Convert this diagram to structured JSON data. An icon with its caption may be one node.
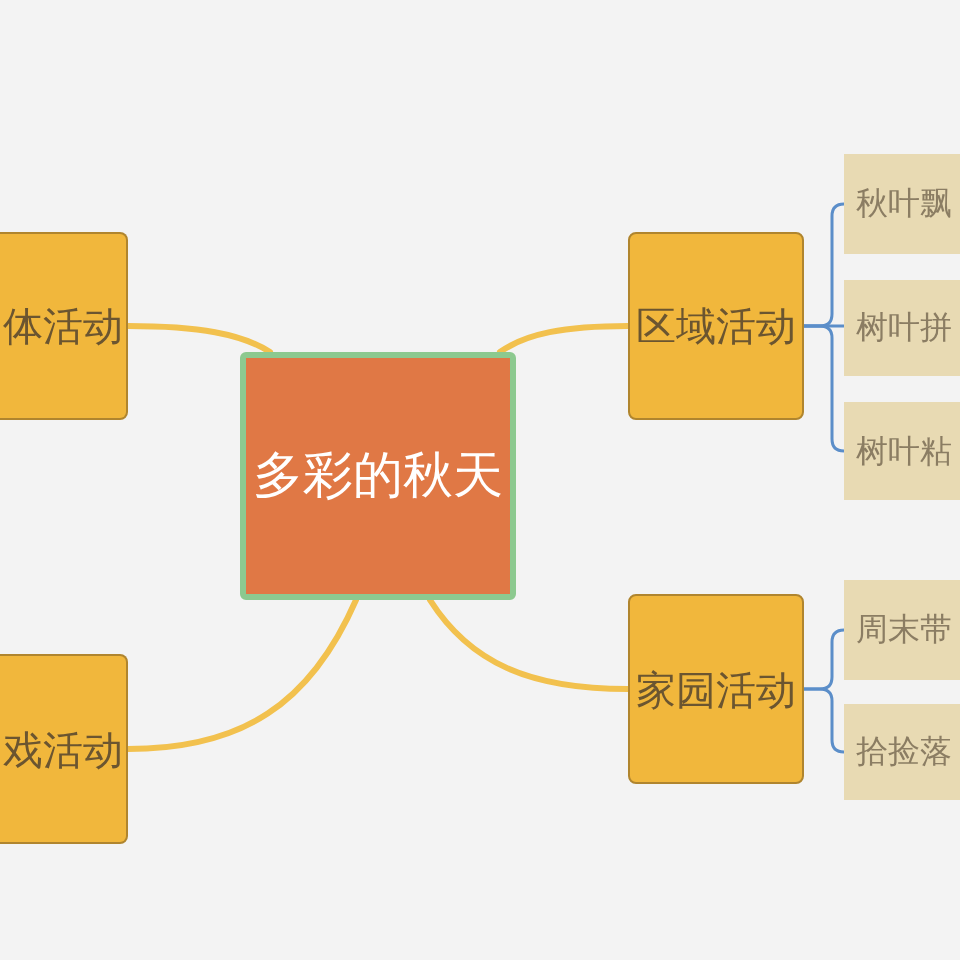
{
  "diagram": {
    "nodes": [
      {
        "text": [
          "多彩的秋天"
        ]
      },
      {
        "text": [
          "体活动"
        ]
      },
      {
        "text": [
          "戏活动"
        ]
      },
      {
        "text": [
          "区域活动"
        ]
      },
      {
        "text": [
          "秋叶飘"
        ]
      },
      {
        "text": [
          "树叶拼"
        ]
      },
      {
        "text": [
          "树叶粘"
        ]
      },
      {
        "text": [
          "家园活动"
        ]
      },
      {
        "text": [
          "周末带"
        ]
      },
      {
        "text": [
          "拾捡落"
        ]
      }
    ],
    "edges": [
      {
        "from": 0,
        "to": 1,
        "arrow": "none",
        "style": "thick",
        "color": "#f2c14e"
      },
      {
        "from": 0,
        "to": 3,
        "arrow": "none",
        "style": "thick",
        "color": "#f2c14e"
      },
      {
        "from": 0,
        "to": 2,
        "arrow": "none",
        "style": "thick",
        "color": "#f2c14e"
      },
      {
        "from": 0,
        "to": 7,
        "arrow": "none",
        "style": "thick",
        "color": "#f2c14e"
      },
      {
        "from": 3,
        "to": 4,
        "arrow": "none"
      },
      {
        "from": 3,
        "to": 5,
        "arrow": "none"
      },
      {
        "from": 3,
        "to": 6,
        "arrow": "none"
      },
      {
        "from": 7,
        "to": 8,
        "arrow": "none"
      },
      {
        "from": 7,
        "to": 9,
        "arrow": "none"
      }
    ]
  }
}
